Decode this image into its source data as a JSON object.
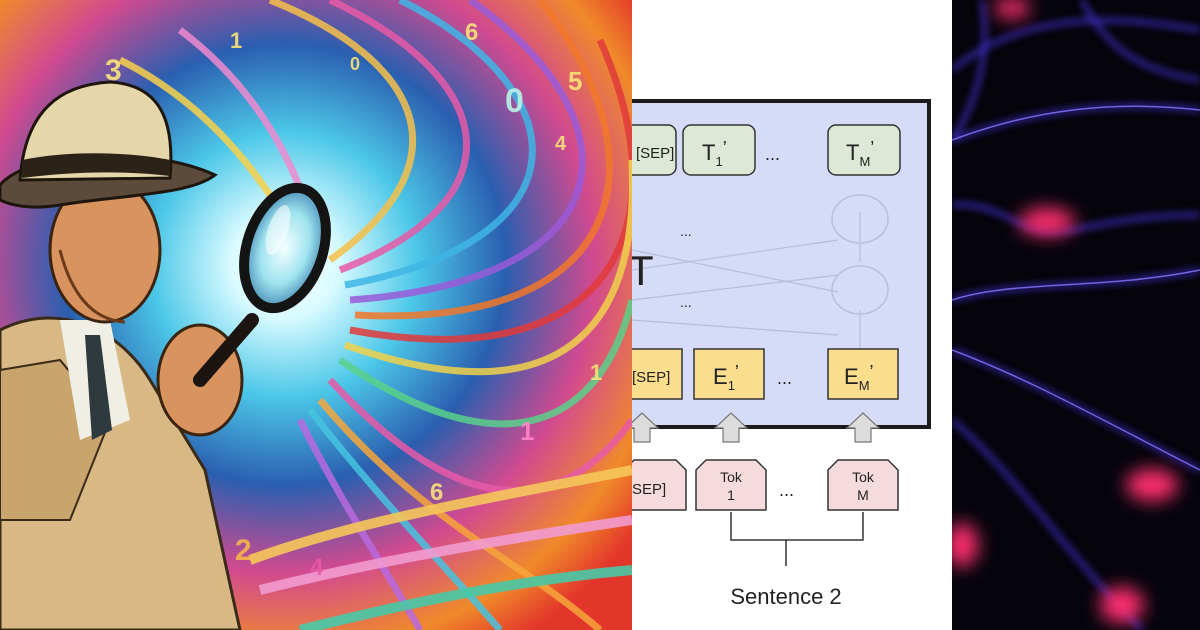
{
  "colors": {
    "container_fill": "#d6dcf7",
    "container_stroke": "#1a1a1a",
    "output_token_fill": "#dde8d6",
    "embedding_fill": "#fbdd8e",
    "input_token_fill": "#f6dbdc",
    "arrow_fill": "#dcdcdc",
    "fiber_blue": "#4a36e8",
    "fiber_pink": "#ff2f6e"
  },
  "icons": {
    "detective": "detective-illustration",
    "magnifier": "magnifying-glass-icon",
    "abstract": "light-fiber-abstract"
  },
  "diagram": {
    "output_row": {
      "sep_label": "[SEP]",
      "t1_main": "T",
      "t1_sub": "1",
      "t1_prime": "’",
      "tm_main": "T",
      "tm_sub": "M",
      "tm_prime": "’",
      "ellipsis": "..."
    },
    "model_letter": "T",
    "embedding_row": {
      "sep_label": "[SEP]",
      "e1_main": "E",
      "e1_sub": "1",
      "e1_prime": "’",
      "em_main": "E",
      "em_sub": "M",
      "em_prime": "’",
      "ellipsis": "..."
    },
    "token_row": {
      "sep_label": "SEP]",
      "tok1_line1": "Tok",
      "tok1_line2": "1",
      "tokm_line1": "Tok",
      "tokm_line2": "M",
      "ellipsis": "..."
    },
    "sentence_label": "Sentence 2"
  }
}
